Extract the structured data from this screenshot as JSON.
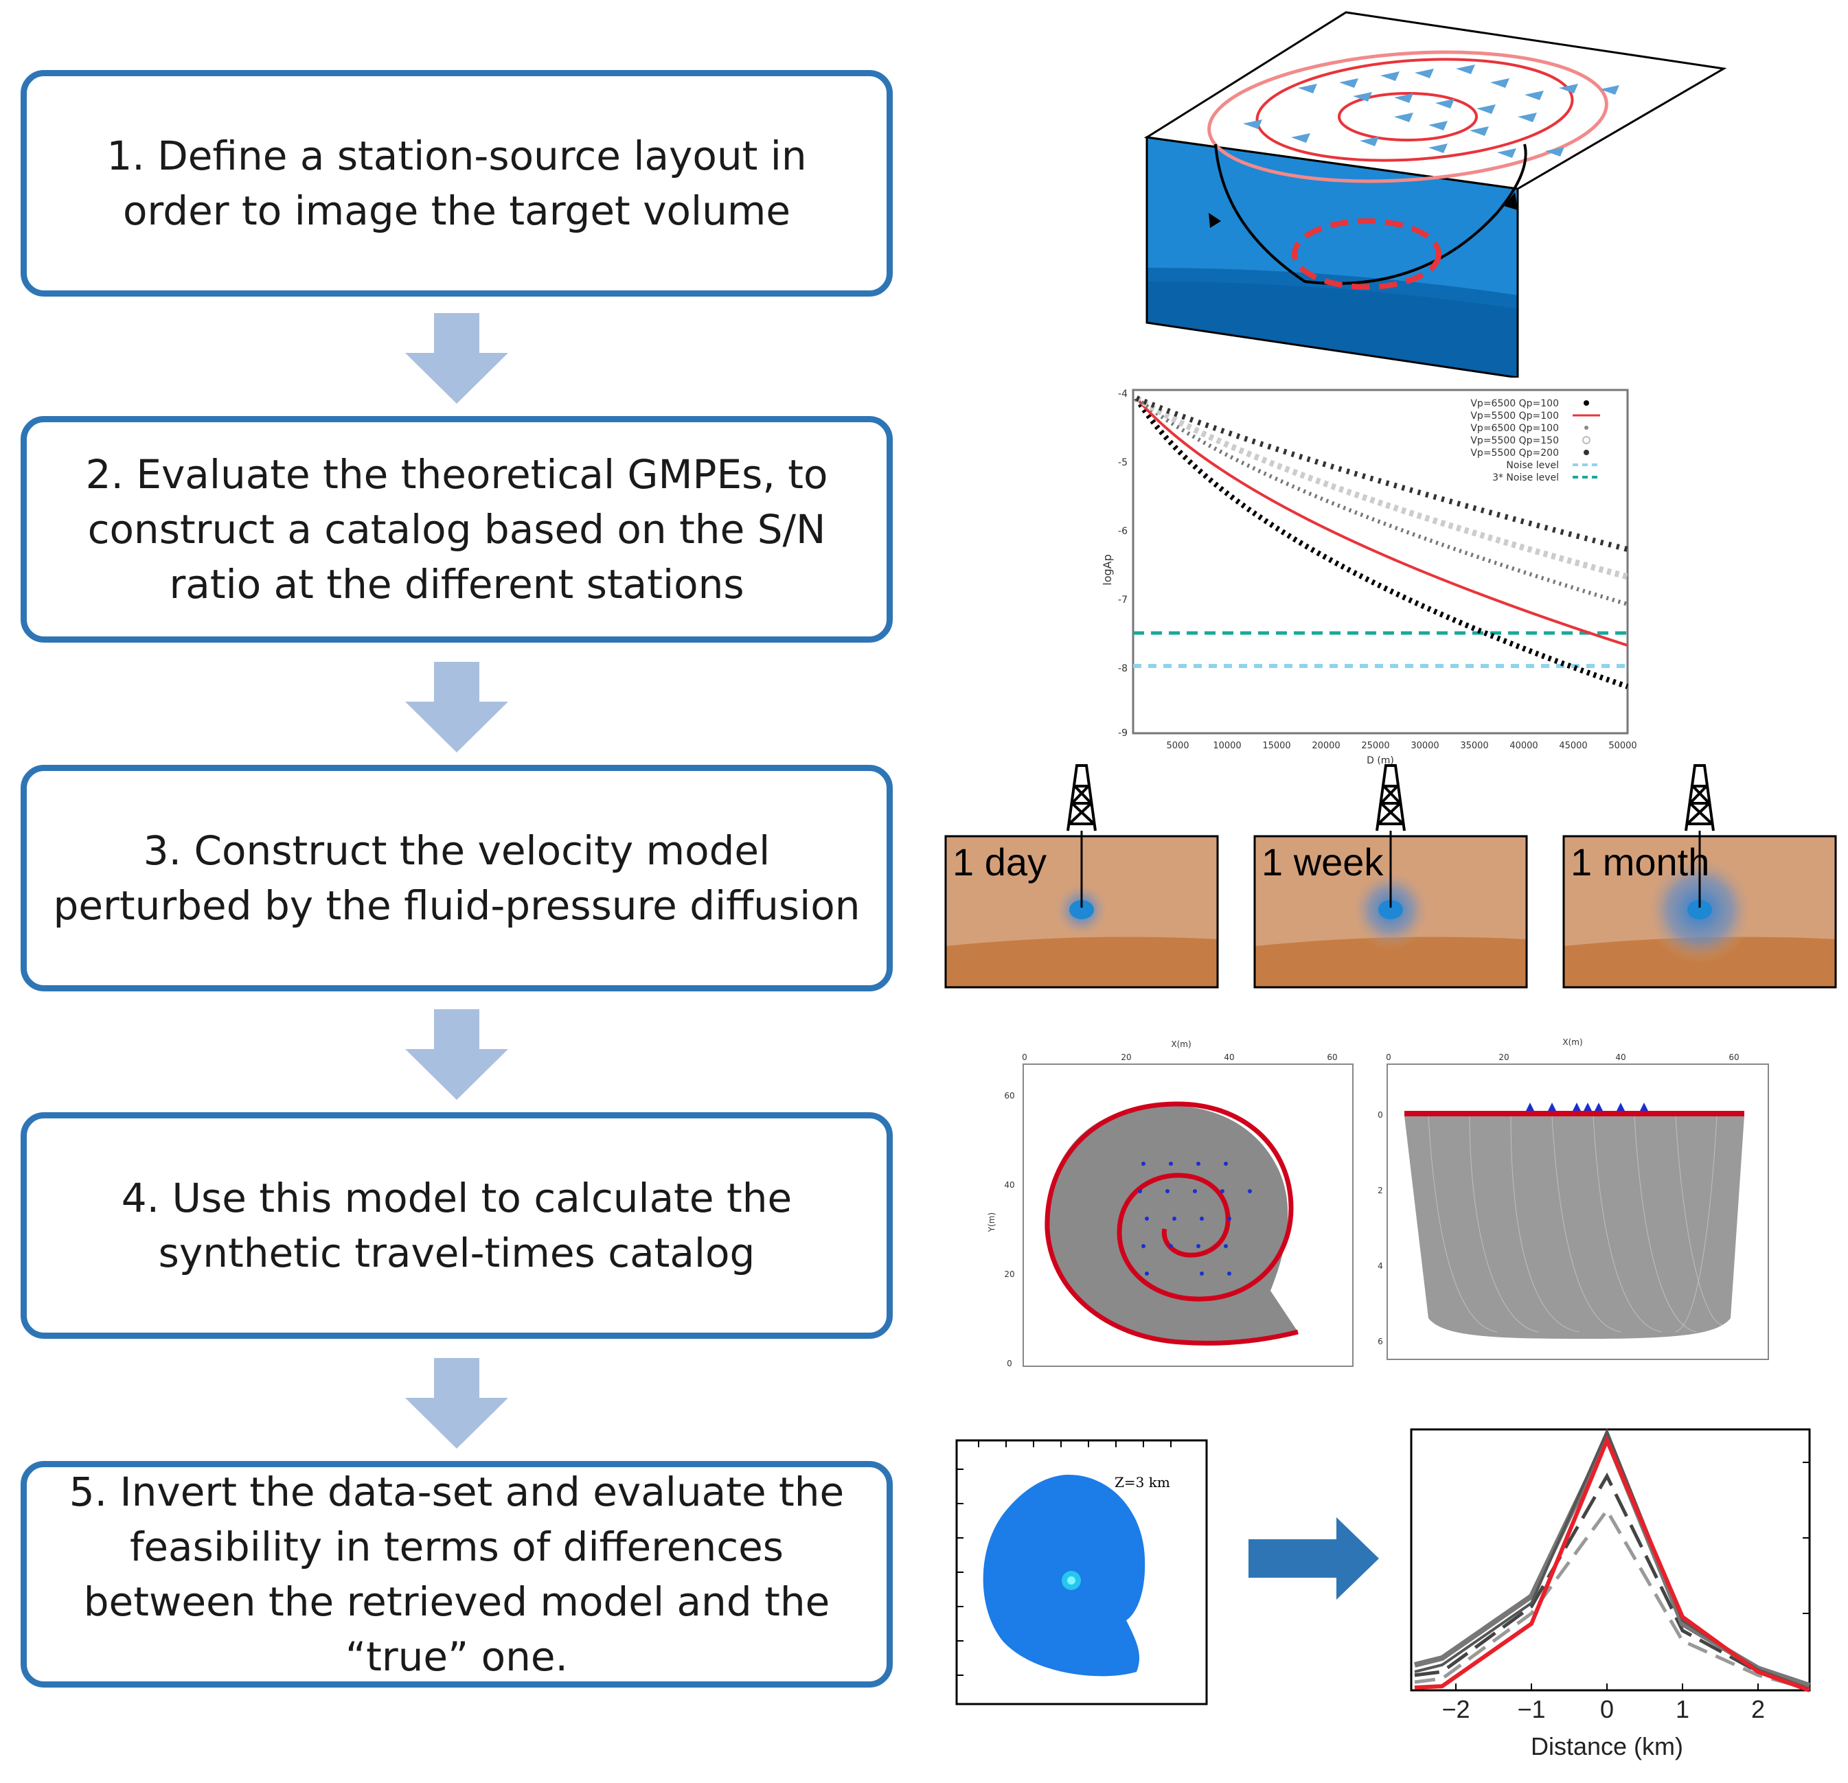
{
  "steps": [
    {
      "text": "1. Define a station-source layout in order to image the target volume"
    },
    {
      "text": "2. Evaluate the theoretical GMPEs, to construct a catalog based on the S/N ratio at the different stations"
    },
    {
      "text": "3. Construct the velocity model perturbed by the fluid-pressure diffusion"
    },
    {
      "text": "4. Use this model to calculate the synthetic travel-times catalog"
    },
    {
      "text": "5. Invert the data-set and evaluate the feasibility in terms of differences between the retrieved model and the “true” one."
    }
  ],
  "gmpe_panel": {
    "ylabel": "logAp",
    "xlabel": "D (m)",
    "legend": [
      "Vp=6500 Qp=100",
      "Vp=5500 Qp=100",
      "Vp=6500 Qp=100",
      "Vp=5500 Qp=150",
      "Vp=5500 Qp=200",
      "Noise level",
      "3* Noise level"
    ],
    "xticks": [
      "5000",
      "10000",
      "15000",
      "20000",
      "25000",
      "30000",
      "35000",
      "40000",
      "45000",
      "50000"
    ],
    "yticks": [
      "-4",
      "-5",
      "-6",
      "-7",
      "-8",
      "-9"
    ],
    "colors": {
      "red": "#e8343a",
      "noise": "#8fd3ee",
      "noise3": "#17a99a"
    }
  },
  "diffusion_panels": [
    {
      "label": "1 day"
    },
    {
      "label": "1 week"
    },
    {
      "label": "1 month"
    }
  ],
  "raypath_panels": {
    "map_xlabel": "X(m)",
    "map_ylabel": "Y(m)",
    "map_xticks": [
      "0",
      "20",
      "40",
      "60"
    ],
    "map_yticks": [
      "60",
      "40",
      "20",
      "0"
    ],
    "section_xlabel": "X(m)",
    "section_xticks": [
      "0",
      "20",
      "40",
      "60"
    ],
    "section_yticks": [
      "0",
      "2",
      "4",
      "6"
    ]
  },
  "inversion_panels": {
    "slice_label": "Z=3 km",
    "profile_xlabel": "Distance (km)",
    "profile_xticks": [
      "−2",
      "−1",
      "0",
      "1",
      "2"
    ]
  },
  "colors": {
    "box_border": "#2e75b6",
    "arrow_fill": "#a9bfdf",
    "right_arrow": "#2e75b6",
    "water": "#1e88d4",
    "soil": "#d4a07a",
    "soil_dark": "#c57d45"
  }
}
